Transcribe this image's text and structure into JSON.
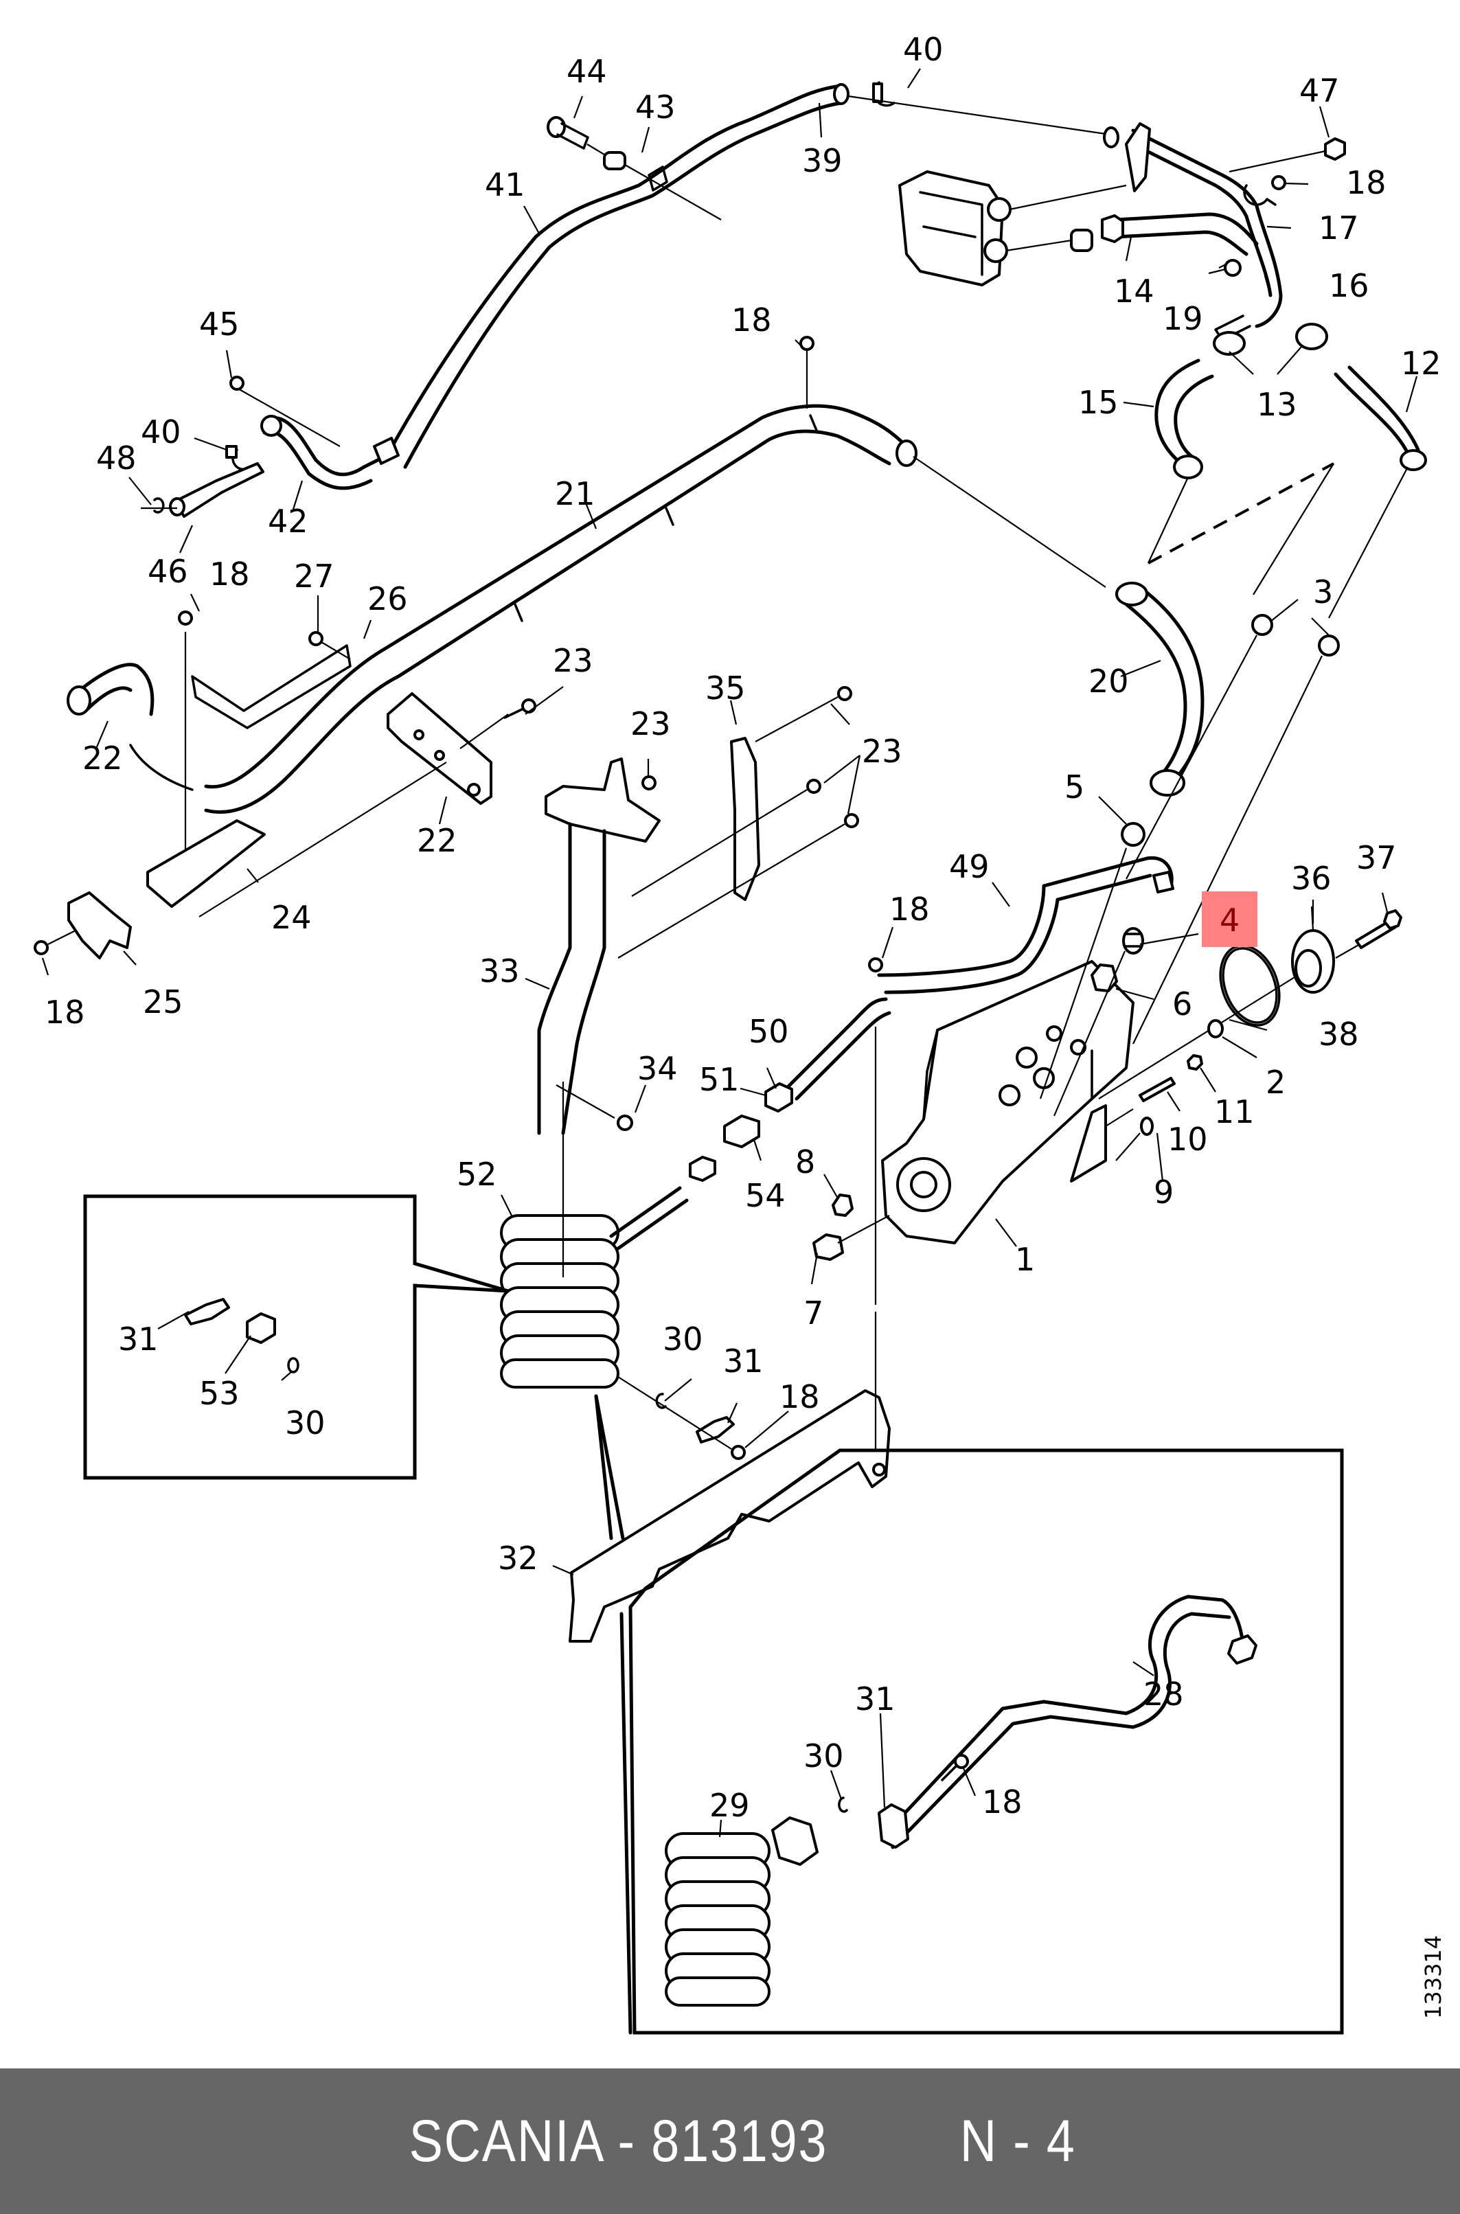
{
  "diagram": {
    "title": "SCANIA - 813193",
    "brand": "SCANIA",
    "part_number": "813193",
    "position_label": "N - 4",
    "figure_number": "133314",
    "highlighted_callout": "4",
    "highlight_color": "#ff8080",
    "highlight_text_color": "#8b0000",
    "footer_color": "#666666",
    "callouts": [
      {
        "id": "44a",
        "label": "44"
      },
      {
        "id": "43a",
        "label": "43"
      },
      {
        "id": "40a",
        "label": "40"
      },
      {
        "id": "39a",
        "label": "39"
      },
      {
        "id": "41a",
        "label": "41"
      },
      {
        "id": "47a",
        "label": "47"
      },
      {
        "id": "18a",
        "label": "18"
      },
      {
        "id": "17a",
        "label": "17"
      },
      {
        "id": "16a",
        "label": "16"
      },
      {
        "id": "14a",
        "label": "14"
      },
      {
        "id": "19a",
        "label": "19"
      },
      {
        "id": "15a",
        "label": "15"
      },
      {
        "id": "13a",
        "label": "13"
      },
      {
        "id": "12a",
        "label": "12"
      },
      {
        "id": "45a",
        "label": "45"
      },
      {
        "id": "40b",
        "label": "40"
      },
      {
        "id": "48a",
        "label": "48"
      },
      {
        "id": "42a",
        "label": "42"
      },
      {
        "id": "46a",
        "label": "46"
      },
      {
        "id": "18b",
        "label": "18"
      },
      {
        "id": "21a",
        "label": "21"
      },
      {
        "id": "18c",
        "label": "18"
      },
      {
        "id": "27a",
        "label": "27"
      },
      {
        "id": "26a",
        "label": "26"
      },
      {
        "id": "20a",
        "label": "20"
      },
      {
        "id": "3a",
        "label": "3"
      },
      {
        "id": "22a",
        "label": "22"
      },
      {
        "id": "23a",
        "label": "23"
      },
      {
        "id": "22b",
        "label": "22"
      },
      {
        "id": "35a",
        "label": "35"
      },
      {
        "id": "23b",
        "label": "23"
      },
      {
        "id": "23c",
        "label": "23"
      },
      {
        "id": "5a",
        "label": "5"
      },
      {
        "id": "24a",
        "label": "24"
      },
      {
        "id": "25a",
        "label": "25"
      },
      {
        "id": "18d",
        "label": "18"
      },
      {
        "id": "49a",
        "label": "49"
      },
      {
        "id": "18e",
        "label": "18"
      },
      {
        "id": "36a",
        "label": "36"
      },
      {
        "id": "37a",
        "label": "37"
      },
      {
        "id": "4a",
        "label": "4"
      },
      {
        "id": "33a",
        "label": "33"
      },
      {
        "id": "6a",
        "label": "6"
      },
      {
        "id": "38a",
        "label": "38"
      },
      {
        "id": "50a",
        "label": "50"
      },
      {
        "id": "51a",
        "label": "51"
      },
      {
        "id": "2a",
        "label": "2"
      },
      {
        "id": "34a",
        "label": "34"
      },
      {
        "id": "11a",
        "label": "11"
      },
      {
        "id": "10a",
        "label": "10"
      },
      {
        "id": "52a",
        "label": "52"
      },
      {
        "id": "54a",
        "label": "54"
      },
      {
        "id": "8a",
        "label": "8"
      },
      {
        "id": "9a",
        "label": "9"
      },
      {
        "id": "1a",
        "label": "1"
      },
      {
        "id": "7a",
        "label": "7"
      },
      {
        "id": "31a",
        "label": "31"
      },
      {
        "id": "53a",
        "label": "53"
      },
      {
        "id": "30a",
        "label": "30"
      },
      {
        "id": "30b",
        "label": "30"
      },
      {
        "id": "31b",
        "label": "31"
      },
      {
        "id": "18f",
        "label": "18"
      },
      {
        "id": "32a",
        "label": "32"
      },
      {
        "id": "28a",
        "label": "28"
      },
      {
        "id": "31c",
        "label": "31"
      },
      {
        "id": "30c",
        "label": "30"
      },
      {
        "id": "18g",
        "label": "18"
      },
      {
        "id": "29a",
        "label": "29"
      }
    ]
  }
}
